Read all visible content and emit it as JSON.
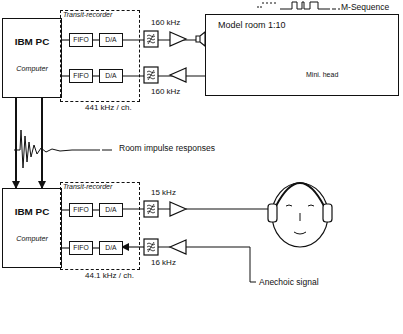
{
  "diagram": {
    "nodes": [
      {
        "text": [
          "IBM PC",
          "Computer"
        ]
      },
      {
        "text": [
          "Transit-recorder"
        ]
      },
      {
        "text": [
          "FIFO"
        ],
        "in": 1
      },
      {
        "text": [
          "D/A"
        ],
        "in": 1
      },
      {
        "text": [
          "FIFO"
        ],
        "in": 1
      },
      {
        "text": [
          "D/A"
        ],
        "in": 1
      },
      {
        "text": [
          "Model room 1:10",
          "Mini. head"
        ]
      },
      {
        "text": [
          "IBM PC",
          "Computer"
        ]
      },
      {
        "text": [
          "Transit-recorder"
        ]
      },
      {
        "text": [
          "FIFO"
        ],
        "in": 8
      },
      {
        "text": [
          "D/A"
        ],
        "in": 8
      },
      {
        "text": [
          "FIFO"
        ],
        "in": 8
      },
      {
        "text": [
          "D/A"
        ],
        "in": 8
      }
    ],
    "edges": [
      {
        "from": 0,
        "to": 2,
        "arrow": "none"
      },
      {
        "from": 2,
        "to": 3,
        "arrow": "none"
      },
      {
        "from": 0,
        "to": 4,
        "arrow": "none"
      },
      {
        "from": 4,
        "to": 5,
        "arrow": "none"
      },
      {
        "from": 3,
        "to": 6,
        "arrow": "none"
      },
      {
        "from": 6,
        "to": 5,
        "arrow": "none"
      },
      {
        "from": 0,
        "to": 7,
        "arrow": "to"
      },
      {
        "from": 0,
        "to": 7,
        "arrow": "to"
      },
      {
        "from": 7,
        "to": 9,
        "arrow": "none"
      },
      {
        "from": 9,
        "to": 10,
        "arrow": "none"
      },
      {
        "from": 7,
        "to": 11,
        "arrow": "none"
      },
      {
        "from": 11,
        "to": 12,
        "arrow": "none"
      }
    ],
    "labels": [
      "M-Sequence",
      "160 kHz",
      "160 kHz",
      "441 kHz / ch.",
      "Room impulse responses",
      "15 kHz",
      "16 kHz",
      "44.1 kHz / ch.",
      "Anechoic signal"
    ]
  }
}
